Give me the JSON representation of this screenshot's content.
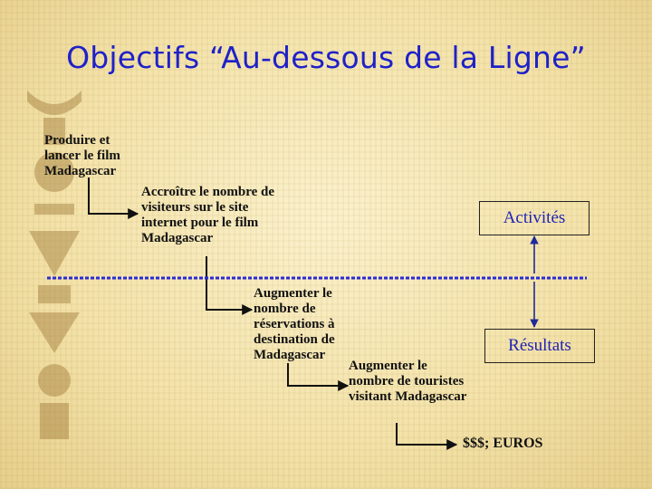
{
  "slide": {
    "title": "Objectifs “Au-dessous de la Ligne”",
    "steps": [
      "Produire et\nlancer le film\nMadagascar",
      "Accroître le nombre de\nvisiteurs sur le site\ninternet pour le film\nMadagascar",
      "Augmenter le\nnombre de\nréservations à\ndestination de\nMadagascar",
      "Augmenter le\nnombre de touristes\nvisitant Madagascar"
    ],
    "final": "$$$; EUROS",
    "activites_label": "Activités",
    "resultats_label": "Résultats",
    "colors": {
      "title": "#1f21c8",
      "divider": "#2a2ad8",
      "arrow": "#1f2a9a",
      "box_text": "#1f23b8"
    }
  }
}
